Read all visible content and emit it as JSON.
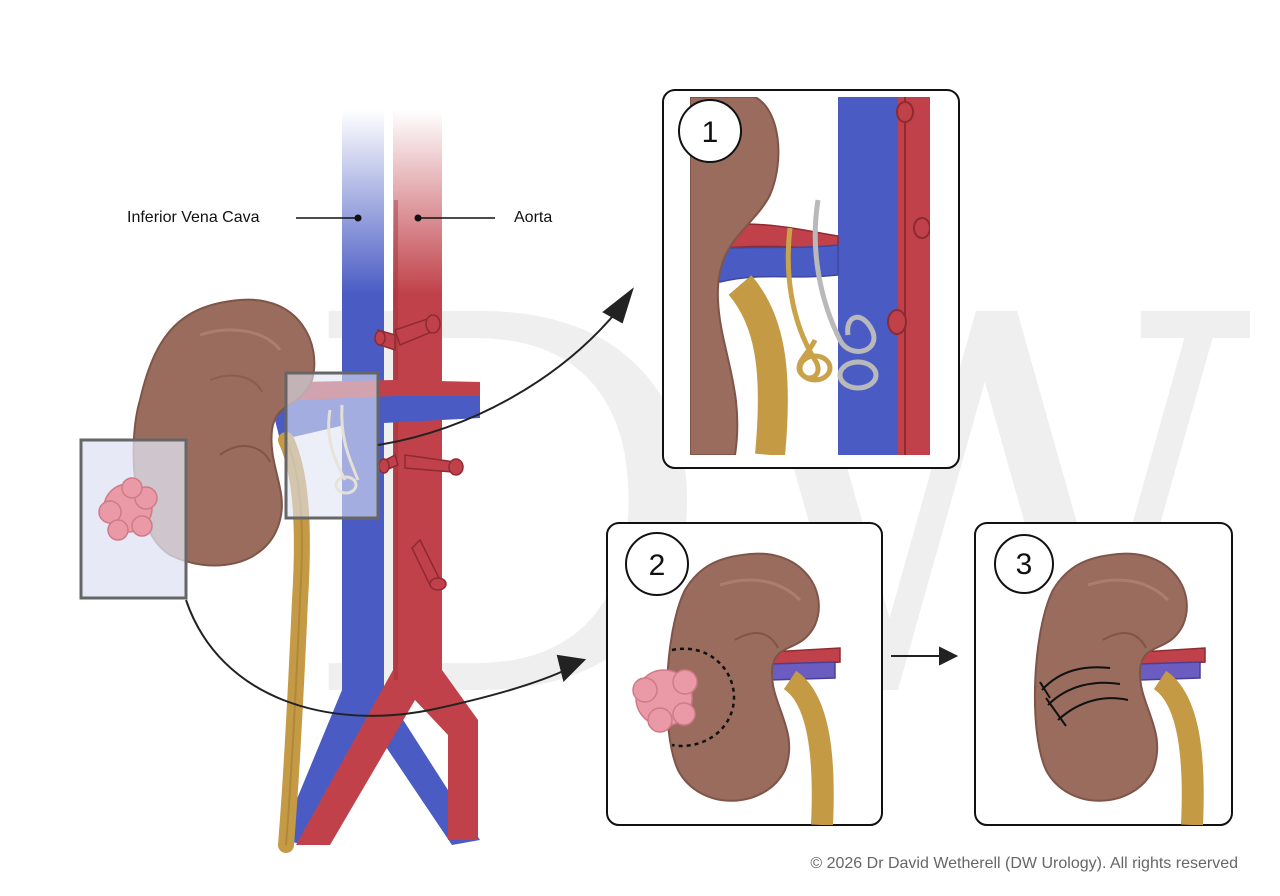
{
  "labels": {
    "ivc": "Inferior Vena Cava",
    "aorta": "Aorta"
  },
  "watermark": "DW",
  "steps": [
    {
      "number": "1"
    },
    {
      "number": "2"
    },
    {
      "number": "3"
    }
  ],
  "copyright": "© 2026 Dr David Wetherell (DW Urology). All rights reserved",
  "colors": {
    "kidney": "#9a6c5e",
    "kidney_shadow": "#7f5549",
    "vein": "#4a5cc4",
    "vein_light": "#8e9be6",
    "artery": "#c0414a",
    "artery_dark": "#8f2a31",
    "ureter": "#c49a45",
    "tumor": "#e99aa6",
    "clamp_gold": "#c9a24a",
    "clamp_silver": "#b9b9b9"
  }
}
